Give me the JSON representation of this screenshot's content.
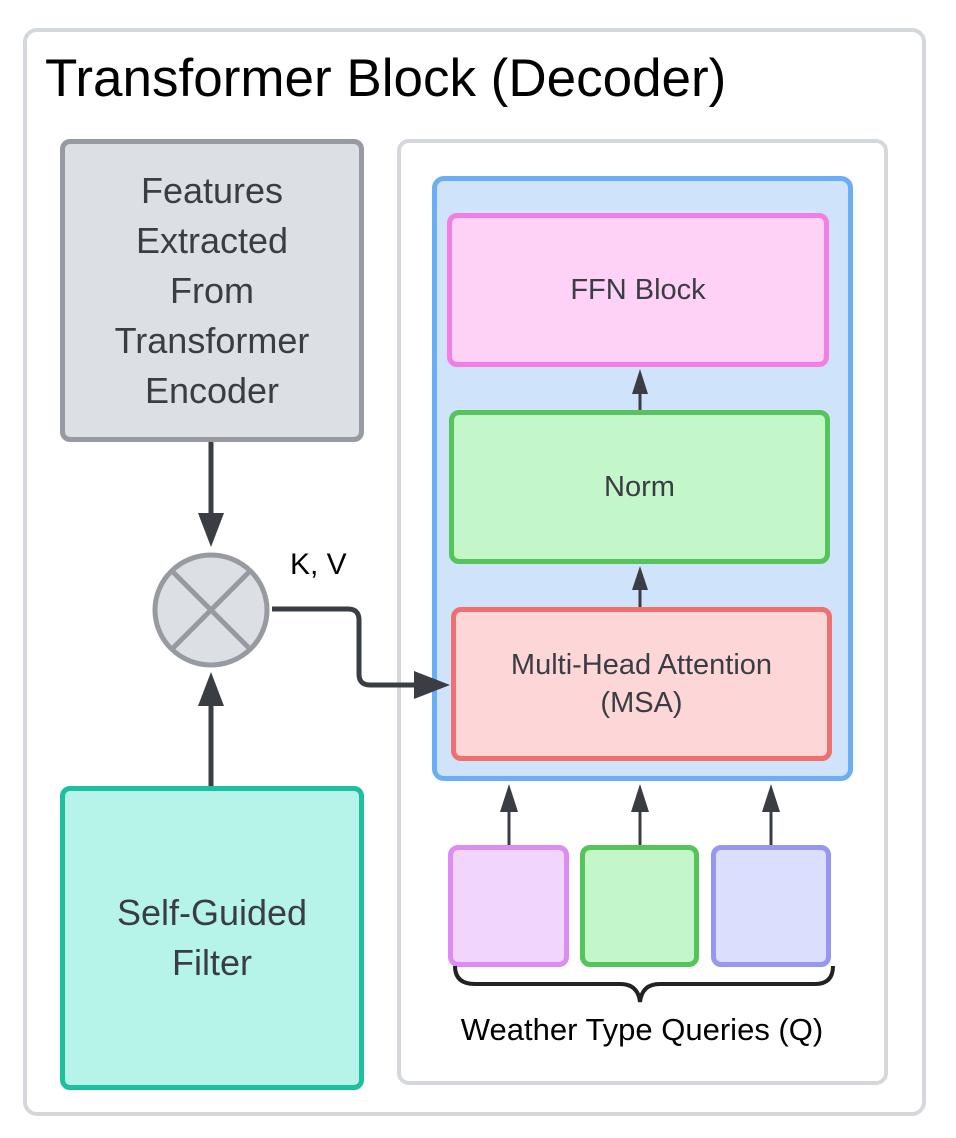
{
  "title": "Transformer Block (Decoder)",
  "features": {
    "lines": [
      "Features",
      "Extracted",
      "From",
      "Transformer",
      "Encoder"
    ]
  },
  "filter": {
    "lines": [
      "Self-Guided",
      "Filter"
    ]
  },
  "kv_label": "K, V",
  "decoder": {
    "ffn_label": "FFN Block",
    "norm_label": "Norm",
    "msa_lines": [
      "Multi-Head Attention",
      "(MSA)"
    ]
  },
  "queries_label": "Weather Type Queries (Q)",
  "colors": {
    "arrow": "#3a3d44",
    "features_fill": "#dcdfe4",
    "filter_fill": "#b6f4ea",
    "decoder_fill": "#cfe3fb",
    "ffn_fill": "#fed2f7",
    "norm_fill": "#c3f6c8",
    "msa_fill": "#fdd7d8"
  }
}
